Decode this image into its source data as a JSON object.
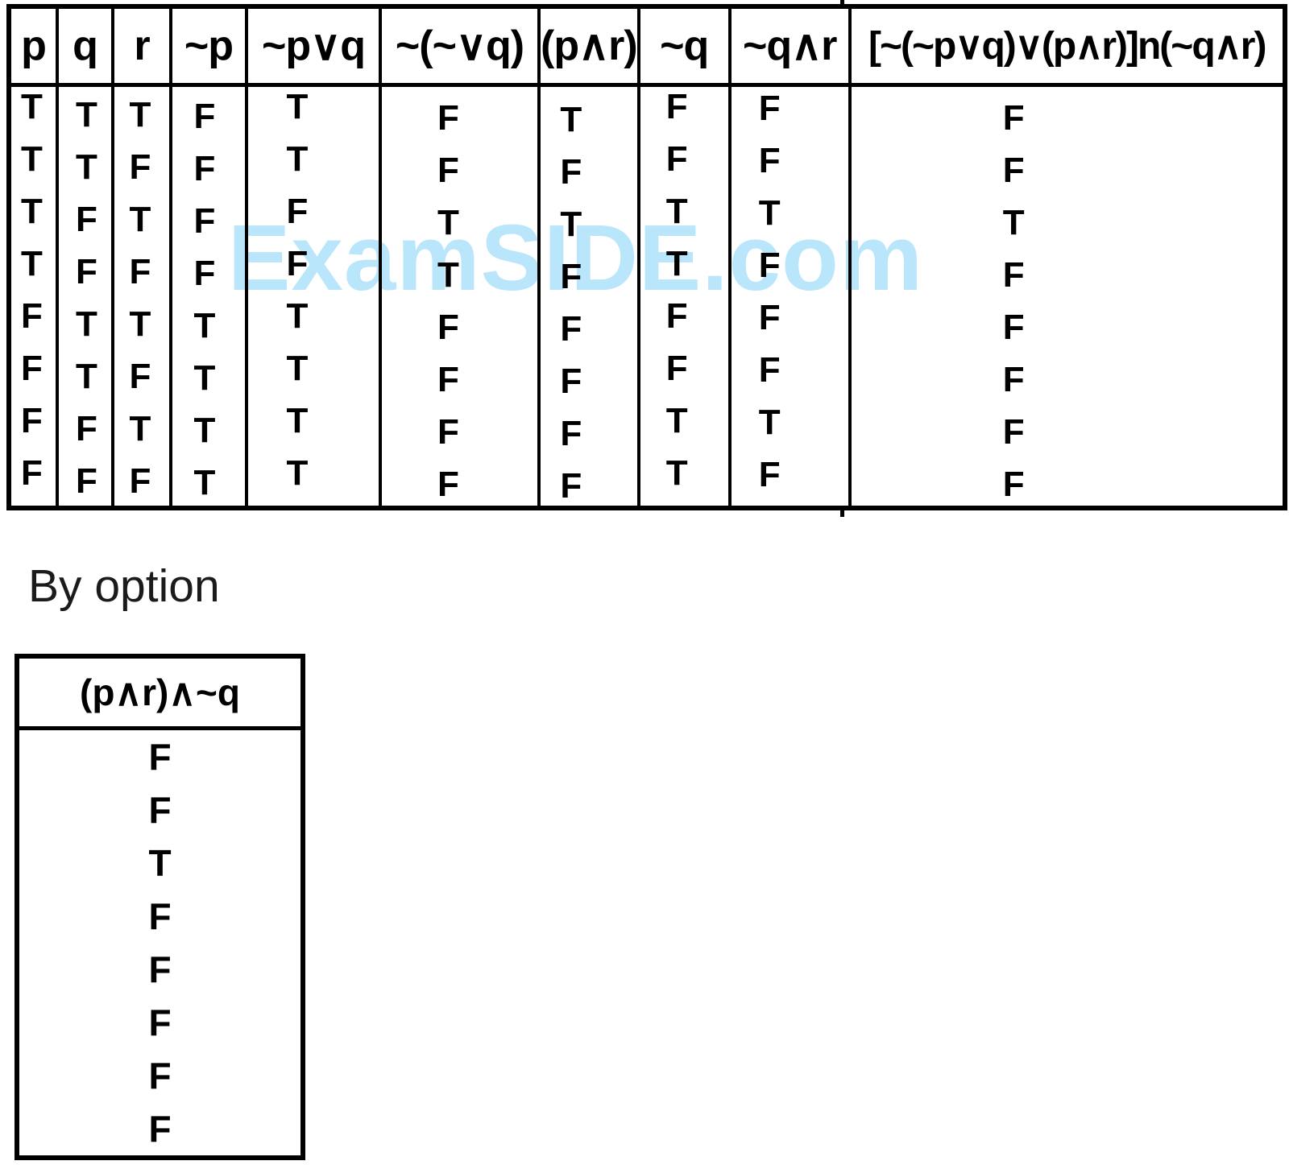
{
  "watermark": {
    "text": "ExamSIDE.com",
    "color": "#b9e6fa"
  },
  "truth_table": {
    "headers": [
      "p",
      "q",
      "r",
      "~p",
      "~p∨q",
      "~(~∨q)",
      "(p∧r)",
      "~q",
      "~q∧r",
      "[~(~p∨q)∨(p∧r)]n(~q∧r)"
    ],
    "rows": [
      [
        "T",
        "T",
        "T",
        "F",
        "T",
        "F",
        "T",
        "F",
        "F",
        "F"
      ],
      [
        "T",
        "T",
        "F",
        "F",
        "T",
        "F",
        "F",
        "F",
        "F",
        "F"
      ],
      [
        "T",
        "F",
        "T",
        "F",
        "F",
        "T",
        "T",
        "T",
        "T",
        "T"
      ],
      [
        "T",
        "F",
        "F",
        "F",
        "F",
        "T",
        "F",
        "T",
        "F",
        "F"
      ],
      [
        "F",
        "T",
        "T",
        "T",
        "T",
        "F",
        "F",
        "F",
        "F",
        "F"
      ],
      [
        "F",
        "T",
        "F",
        "T",
        "T",
        "F",
        "F",
        "F",
        "F",
        "F"
      ],
      [
        "F",
        "F",
        "T",
        "T",
        "T",
        "F",
        "F",
        "T",
        "T",
        "F"
      ],
      [
        "F",
        "F",
        "F",
        "T",
        "T",
        "F",
        "F",
        "T",
        "F",
        "F"
      ]
    ]
  },
  "section_label": "By option",
  "option_table": {
    "header": "(p∧r)∧~q",
    "rows": [
      "F",
      "F",
      "T",
      "F",
      "F",
      "F",
      "F",
      "F"
    ]
  },
  "colors": {
    "text": "#000000",
    "border": "#000000",
    "background": "#ffffff",
    "watermark": "#b9e6fa"
  }
}
